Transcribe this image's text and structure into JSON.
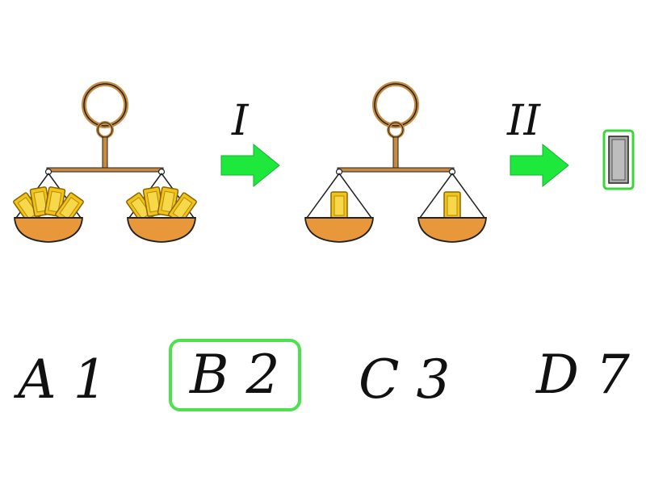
{
  "steps": [
    {
      "label": "I"
    },
    {
      "label": "II"
    }
  ],
  "colors": {
    "arrow": "#1fe83c",
    "gold": "#f2c419",
    "gold_dark": "#b58a06",
    "pan": "#e8983a",
    "pan_dark": "#c56f1c",
    "rope": "#c88a3e",
    "brick": "#a9a9a9",
    "highlight": "#4ee04e"
  },
  "icons": [
    "balance-scale-icon",
    "gold-card-icon",
    "arrow-right-icon",
    "gray-bar-icon"
  ],
  "options": [
    {
      "letter": "A",
      "value": "1",
      "selected": false
    },
    {
      "letter": "B",
      "value": "2",
      "selected": true
    },
    {
      "letter": "C",
      "value": "3",
      "selected": false
    },
    {
      "letter": "D",
      "value": "7",
      "selected": false
    }
  ]
}
